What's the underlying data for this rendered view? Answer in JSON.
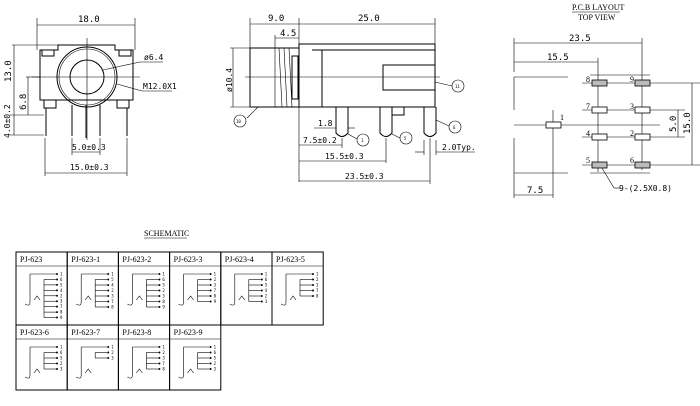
{
  "front_view": {
    "width": "18.0",
    "height": "13.0",
    "center_height": "6.8",
    "pin_length": "4.0±0.2",
    "pin_spacing_inner": "5.0±0.3",
    "pin_spacing_outer": "15.0±0.3",
    "bore_diameter": "ø6.4",
    "thread": "M12.0X1"
  },
  "side_view": {
    "nut_length": "9.0",
    "body_length": "25.0",
    "thread_length": "4.5",
    "nut_diameter": "ø10.4",
    "pin_width": "1.8",
    "dim_pin1": "7.5±0.2",
    "dim_pin5": "15.5±0.3",
    "dim_pin6": "23.5±0.3",
    "pin_typ": "2.0Typ.",
    "callouts": [
      "10",
      "11",
      "1",
      "5",
      "6"
    ]
  },
  "pcb_layout": {
    "title": "P.C.B LAYOUT",
    "subtitle": "TOP VIEW",
    "dim_total": "23.5",
    "dim_mid": "15.5",
    "dim_left": "7.5",
    "dim_pitch": "5.0",
    "dim_span": "15.0",
    "pad_note": "9-(2.5X0.8)",
    "pads": [
      "8",
      "9",
      "7",
      "3",
      "4",
      "2",
      "5",
      "6",
      "1"
    ]
  },
  "schematic": {
    "title": "SCHEMATIC",
    "models": [
      {
        "name": "PJ-623",
        "pins": [
          "1",
          "6",
          "5",
          "4",
          "2",
          "3",
          "7",
          "8",
          "9"
        ]
      },
      {
        "name": "PJ-623-1",
        "pins": [
          "1",
          "5",
          "4",
          "2",
          "3",
          "7",
          "8"
        ]
      },
      {
        "name": "PJ-623-2",
        "pins": [
          "1",
          "6",
          "5",
          "2",
          "3",
          "8",
          "9"
        ]
      },
      {
        "name": "PJ-623-3",
        "pins": [
          "1",
          "2",
          "3",
          "7",
          "8",
          "9"
        ]
      },
      {
        "name": "PJ-623-4",
        "pins": [
          "1",
          "6",
          "5",
          "4",
          "2",
          "3"
        ]
      },
      {
        "name": "PJ-623-5",
        "pins": [
          "1",
          "2",
          "3",
          "7",
          "8"
        ]
      },
      {
        "name": "PJ-623-6",
        "pins": [
          "1",
          "6",
          "5",
          "2",
          "3"
        ]
      },
      {
        "name": "PJ-623-7",
        "pins": [
          "1",
          "2",
          "3"
        ]
      },
      {
        "name": "PJ-623-8",
        "pins": [
          "1",
          "2",
          "3",
          "7",
          "8"
        ]
      },
      {
        "name": "PJ-623-9",
        "pins": [
          "1",
          "6",
          "5",
          "2",
          "3"
        ]
      }
    ]
  }
}
